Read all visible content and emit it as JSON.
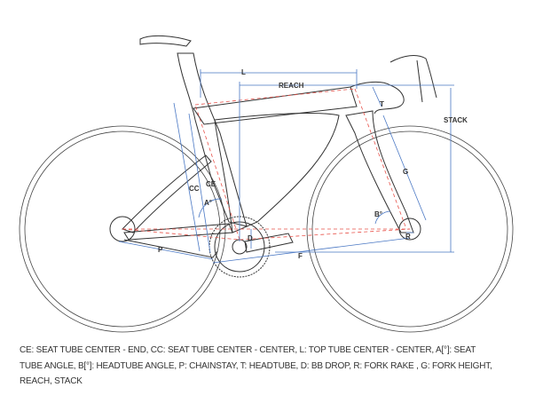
{
  "labels": {
    "L": "L",
    "reach": "REACH",
    "stack": "STACK",
    "T": "T",
    "G": "G",
    "CC": "CC",
    "CE": "CE",
    "A": "A°",
    "B": "B°",
    "D": "D",
    "R": "R",
    "P": "P",
    "F": "F"
  },
  "caption": "CE: SEAT TUBE CENTER - END, CC: SEAT TUBE CENTER - CENTER, L: TOP TUBE CENTER - CENTER, A[°]: SEAT TUBE ANGLE, B[°]: HEADTUBE ANGLE, P: CHAINSTAY, T: HEADTUBE, D: BB DROP, R: FORK RAKE , G: FORK HEIGHT, REACH, STACK",
  "colors": {
    "dimension": "#4a78c4",
    "centerline": "#e8524a",
    "outline": "#333333"
  }
}
